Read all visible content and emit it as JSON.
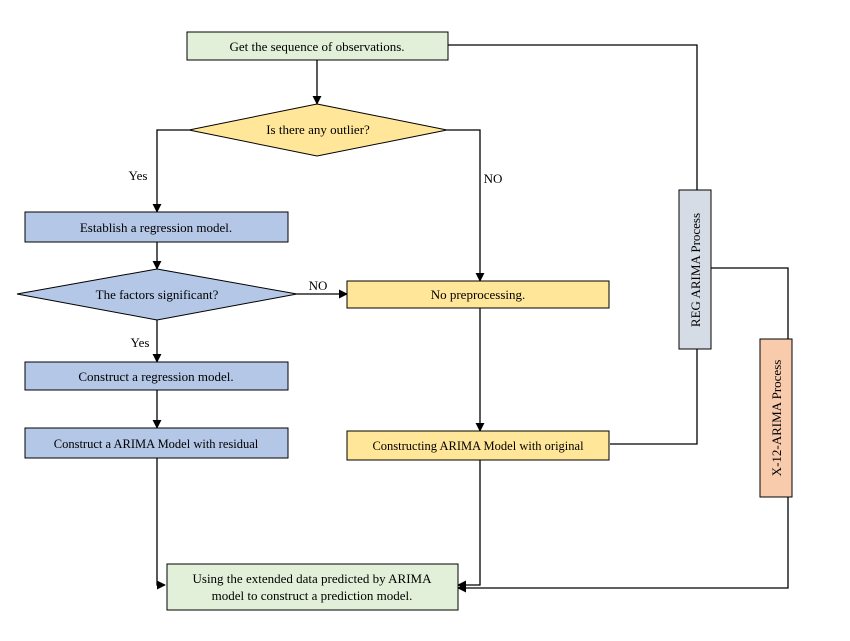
{
  "colors": {
    "green_fill": "#e2f0d9",
    "yellow_fill": "#ffe699",
    "blue_fill": "#b4c7e7",
    "gray_fill": "#d6dce5",
    "orange_fill": "#f8cbad",
    "line": "#000000"
  },
  "nodes": {
    "start": "Get the sequence of observations.",
    "outlier": "Is there any outlier?",
    "establish": "Establish a regression model.",
    "factors": "The factors significant?",
    "construct_reg": "Construct a regression model.",
    "construct_arima_res": "Construct a ARIMA Model with residual",
    "no_pre": "No preprocessing.",
    "construct_arima_orig": "Constructing ARIMA Model with original",
    "final_line1": "Using the extended data predicted by ARIMA",
    "final_line2": "model to construct a prediction model.",
    "reg_arima": "REG ARIMA Process",
    "x12_arima": "X-12-ARIMA Process"
  },
  "labels": {
    "yes_outlier": "Yes",
    "no_outlier": "NO",
    "yes_factors": "Yes",
    "no_factors": "NO"
  }
}
